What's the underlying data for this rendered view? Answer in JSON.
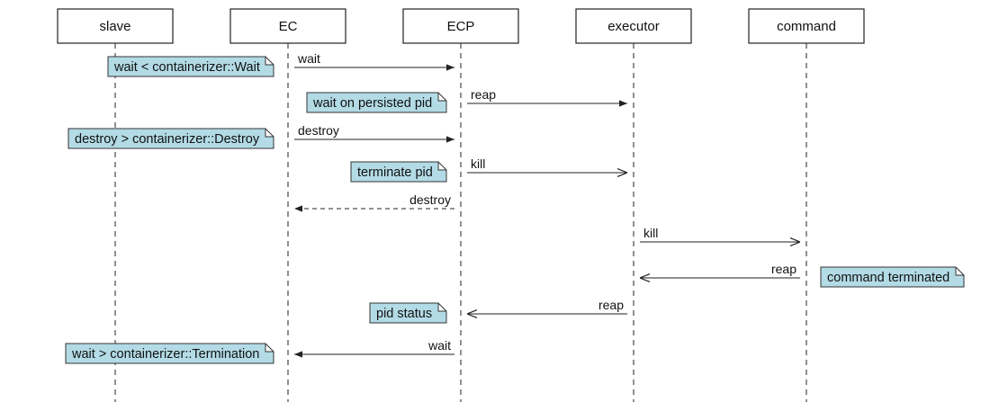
{
  "participants": [
    {
      "id": "slave",
      "label": "slave"
    },
    {
      "id": "ec",
      "label": "EC"
    },
    {
      "id": "ecp",
      "label": "ECP"
    },
    {
      "id": "executor",
      "label": "executor"
    },
    {
      "id": "command",
      "label": "command"
    }
  ],
  "messages": [
    {
      "from": "ec",
      "to": "ecp",
      "label": "wait",
      "style": "solid",
      "head": "filled"
    },
    {
      "from": "ecp",
      "to": "executor",
      "label": "reap",
      "style": "solid",
      "head": "filled"
    },
    {
      "from": "ec",
      "to": "ecp",
      "label": "destroy",
      "style": "solid",
      "head": "filled"
    },
    {
      "from": "ecp",
      "to": "executor",
      "label": "kill",
      "style": "solid",
      "head": "open"
    },
    {
      "from": "ecp",
      "to": "ec",
      "label": "destroy",
      "style": "dashed",
      "head": "filled"
    },
    {
      "from": "executor",
      "to": "command",
      "label": "kill",
      "style": "solid",
      "head": "open"
    },
    {
      "from": "command",
      "to": "executor",
      "label": "reap",
      "style": "solid",
      "head": "open"
    },
    {
      "from": "executor",
      "to": "ecp",
      "label": "reap",
      "style": "solid",
      "head": "open"
    },
    {
      "from": "ecp",
      "to": "ec",
      "label": "wait",
      "style": "solid",
      "head": "filled"
    }
  ],
  "notes": [
    {
      "text": "wait < containerizer::Wait",
      "anchor": "ec",
      "side": "left",
      "msg": 0
    },
    {
      "text": "wait on persisted pid",
      "anchor": "ecp",
      "side": "left",
      "msg": 1
    },
    {
      "text": "destroy > containerizer::Destroy",
      "anchor": "ec",
      "side": "left",
      "msg": 2
    },
    {
      "text": "terminate pid",
      "anchor": "ecp",
      "side": "left",
      "msg": 3
    },
    {
      "text": "command terminated",
      "anchor": "command",
      "side": "right",
      "msg": 6
    },
    {
      "text": "pid status",
      "anchor": "ecp",
      "side": "left",
      "msg": 7
    },
    {
      "text": "wait > containerizer::Termination",
      "anchor": "ec",
      "side": "left",
      "msg": 8
    }
  ],
  "colors": {
    "note_fill": "#b3dbe6",
    "note_stroke": "#333333",
    "line": "#222222",
    "box_fill": "#ffffff"
  }
}
